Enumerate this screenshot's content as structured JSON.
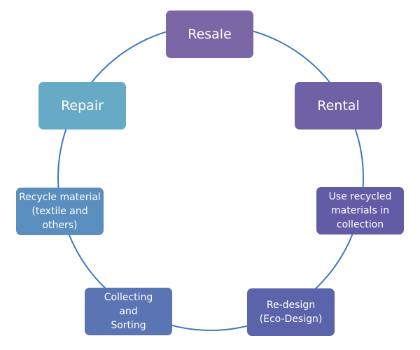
{
  "diagram": {
    "type": "circular-cycle",
    "connector_color": "#3d78bf",
    "nodes": [
      {
        "id": "resale",
        "label": "Resale",
        "color": "#7b67a6"
      },
      {
        "id": "rental",
        "label": "Rental",
        "color": "#6f61a6"
      },
      {
        "id": "use-recycled",
        "label": "Use recycled materials in collection",
        "color": "#625ca6"
      },
      {
        "id": "redesign",
        "label": "Re-design (Eco-Design)",
        "color": "#5b64aa"
      },
      {
        "id": "collecting",
        "label": "Collecting and Sorting",
        "color": "#5a74b4"
      },
      {
        "id": "recycle-material",
        "label": "Recycle material (textile and others)",
        "color": "#5a8ebf"
      },
      {
        "id": "repair",
        "label": "Repair",
        "color": "#66aac6"
      }
    ]
  }
}
